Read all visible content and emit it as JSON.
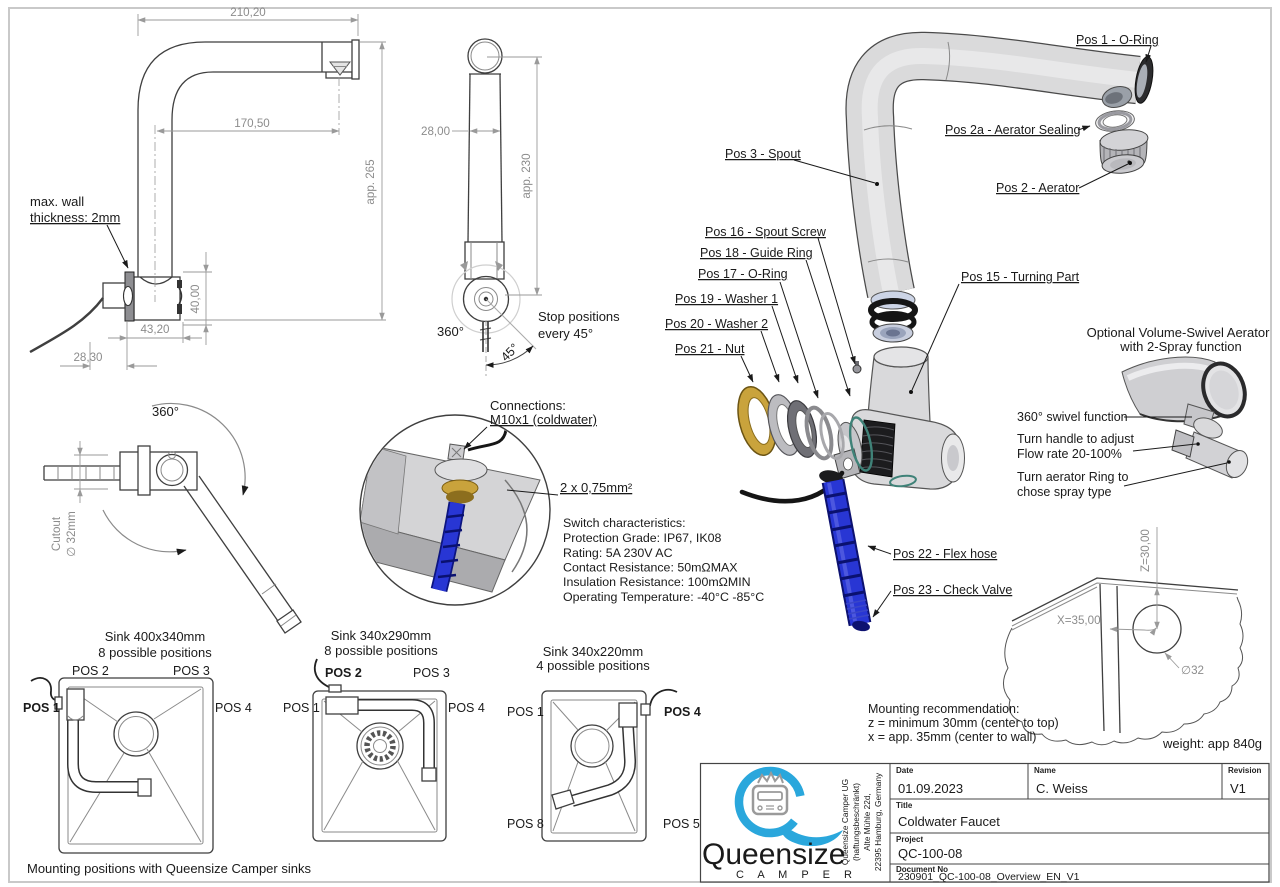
{
  "colors": {
    "accent_blue": "#2aa7dc",
    "hose_blue": "#2836d4",
    "brass": "#c9a33c",
    "teal": "#3f8278",
    "dim_gray": "#8c8c8c"
  },
  "front_view": {
    "dim_width": "210,20",
    "dim_reach": "170,50",
    "dim_height": "app. 265",
    "dim_body_height": "40,00",
    "dim_body_width": "43,20",
    "dim_depth": "28,30",
    "wall_note_line1": "max. wall",
    "wall_note_line2": "thickness: 2mm"
  },
  "side_view": {
    "dim_tube": "28,00",
    "dim_height": "app. 230",
    "rotation": "360°",
    "stop_line1": "Stop positions",
    "stop_line2": "every 45°",
    "angle": "45°"
  },
  "top_view": {
    "rotation": "360°",
    "cutout_line1": "Cutout",
    "cutout_line2": "∅ 32mm"
  },
  "connections": {
    "line1": "Connections:",
    "line2": "M10x1 (coldwater)",
    "cable": "2 x 0,75mm²"
  },
  "switch": {
    "title": "Switch characteristics:",
    "l1": "Protection Grade: IP67, IK08",
    "l2": "Rating: 5A 230V AC",
    "l3": "Contact Resistance: 50mΩMAX",
    "l4": "Insulation Resistance: 100mΩMIN",
    "l5": "Operating Temperature: -40°C -85°C"
  },
  "parts": {
    "pos1": "Pos 1 - O-Ring",
    "pos2a": "Pos 2a - Aerator Sealing",
    "pos2": "Pos 2 - Aerator",
    "pos3": "Pos 3 - Spout",
    "pos15": "Pos 15 - Turning Part",
    "pos16": "Pos 16 - Spout Screw",
    "pos17": "Pos 17 - O-Ring",
    "pos18": "Pos 18 - Guide Ring",
    "pos19": "Pos 19 - Washer 1",
    "pos20": "Pos 20 - Washer 2",
    "pos21": "Pos 21 - Nut",
    "pos22": "Pos 22 - Flex hose",
    "pos23": "Pos 23 - Check Valve"
  },
  "optional_aerator": {
    "title1": "Optional Volume-Swivel Aerator",
    "title2": "with 2-Spray function",
    "note1": "360° swivel function",
    "note2a": "Turn handle to adjust",
    "note2b": "Flow rate 20-100%",
    "note3a": "Turn aerator Ring to",
    "note3b": "chose spray type"
  },
  "mounting": {
    "title": "Mounting recommendation:",
    "line_z": "z = minimum 30mm (center to top)",
    "line_x": "x = app. 35mm (center to wall)",
    "dim_z": "Z=30,00",
    "dim_x": "X=35,00",
    "dia": "∅32",
    "weight": "weight: app 840g"
  },
  "sink1": {
    "title1": "Sink 400x340mm",
    "title2": "8 possible positions",
    "top_left": "POS 2",
    "top_right": "POS 3",
    "left": "POS 1",
    "right": "POS 4"
  },
  "sink2": {
    "title1": "Sink 340x290mm",
    "title2": "8 possible positions",
    "top_left": "POS 2",
    "top_right": "POS 3",
    "left": "POS 1",
    "right": "POS 4"
  },
  "sink3": {
    "title1": "Sink 340x220mm",
    "title2": "4 possible positions",
    "top_left": "POS 1",
    "top_right": "POS 4",
    "bottom_left": "POS 8",
    "bottom_right": "POS 5"
  },
  "sink_caption": "Mounting positions with Queensize Camper sinks",
  "title_block": {
    "date_label": "Date",
    "date": "01.09.2023",
    "name_label": "Name",
    "name": "C. Weiss",
    "revision_label": "Revision",
    "revision": "V1",
    "title_label": "Title",
    "title": "Coldwater Faucet",
    "project_label": "Project",
    "project": "QC-100-08",
    "doc_label": "Document No",
    "doc": "230901_QC-100-08_Overview_EN_V1",
    "company1": "Queensize Camper UG",
    "company2": "(haftungsbeschränkt)",
    "company3": "Alte Mühle 22d,",
    "company4": "22395 Hamburg, Germany",
    "logo_name": "Queensize",
    "logo_sub": "C A M P E R"
  }
}
